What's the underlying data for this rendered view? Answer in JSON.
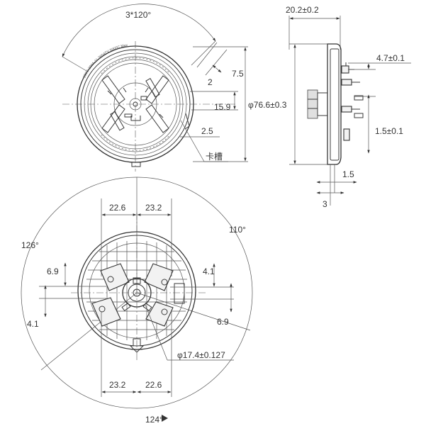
{
  "labels": {
    "top_angle": "3*120°",
    "dim_7_5": "7.5",
    "dim_2": "2",
    "dim_15_9": "15.9",
    "diameter_outer": "φ76.6±0.3",
    "dim_2_5": "2.5",
    "groove": "卡槽",
    "side_width": "20.2±0.2",
    "dim_4_7": "4.7±0.1",
    "dim_1_5_tol": "1.5±0.1",
    "dim_1_5": "1.5",
    "dim_3": "3",
    "top_left_22_6": "22.6",
    "top_right_23_2": "23.2",
    "angle_110": "110°",
    "angle_126": "126°",
    "left_6_9": "6.9",
    "left_4_1": "4.1",
    "right_4_1": "4.1",
    "right_6_9": "6.9",
    "diameter_inner": "φ17.4±0.127",
    "bottom_left_23_2": "23.2",
    "bottom_right_22_6": "22.6",
    "angle_124": "124°",
    "rim_text": "200G 200A-11 360ATV 5000C Max"
  }
}
